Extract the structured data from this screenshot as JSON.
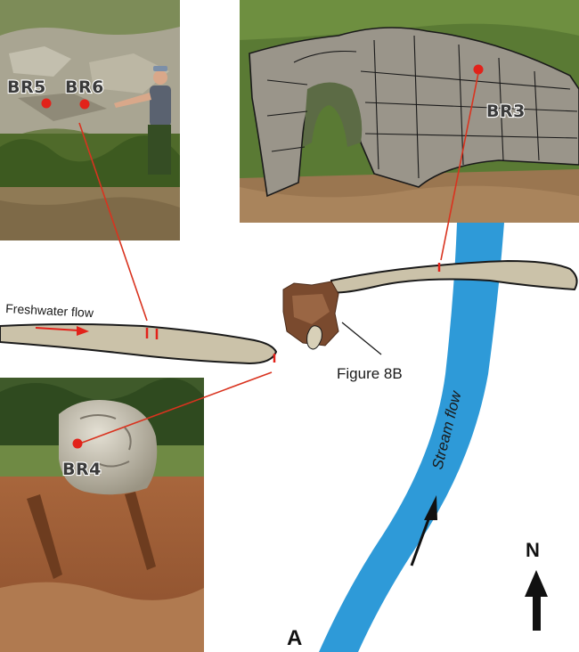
{
  "panel_label": "A",
  "north_label": "N",
  "freshwater_label": "Freshwater flow",
  "stream_label": "Stream flow",
  "figure_ref": "Figure 8B",
  "samples": {
    "br5": "BR5",
    "br6": "BR6",
    "br3": "BR3",
    "br4": "BR4"
  },
  "colors": {
    "stream": "#2e9ad8",
    "deposit": "#cbc2a9",
    "marker": "#e2221a",
    "leader": "#d9331f"
  }
}
